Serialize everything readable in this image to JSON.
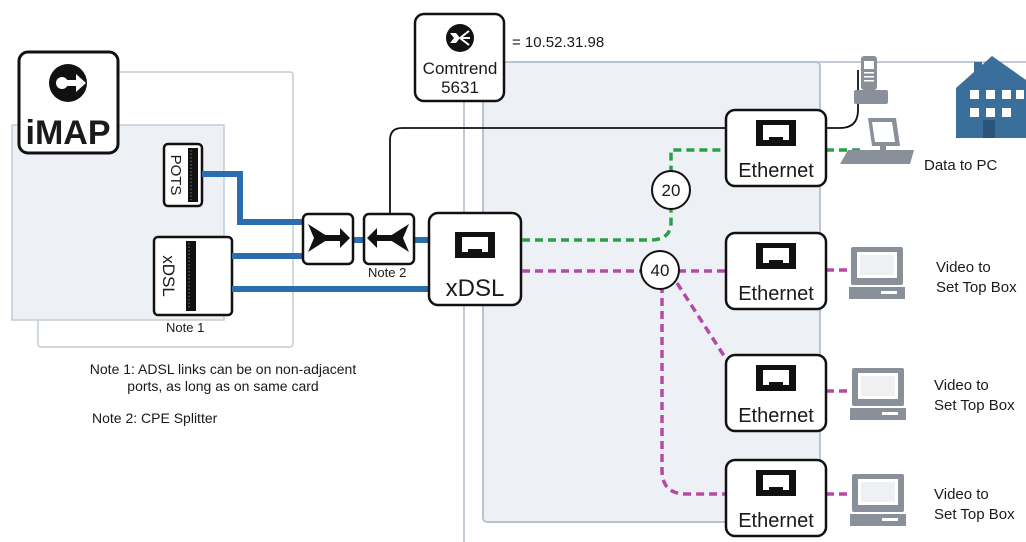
{
  "colors": {
    "cable_blue": "#2a6db0",
    "data_green": "#2aa046",
    "video_magenta": "#b54aa6",
    "panel_fill": "#edf1f6",
    "panel_stroke": "#b8c4d2",
    "device_icon": "#8a9099",
    "house": "#3a6e9b",
    "router_label": "#2f6fa8"
  },
  "imap": {
    "logo_text": "iMAP",
    "pots_label": "POTS",
    "xdsl_label": "xDSL",
    "note1_tag": "Note 1"
  },
  "splitter": {
    "note2_tag": "Note 2"
  },
  "router": {
    "name": "Comtrend",
    "model": "5631",
    "ip_label": "= 10.52.31.98"
  },
  "modem": {
    "label": "xDSL"
  },
  "vlans": {
    "data": "20",
    "video": "40"
  },
  "ports": [
    {
      "label": "Ethernet",
      "role": "data"
    },
    {
      "label": "Ethernet",
      "role": "video"
    },
    {
      "label": "Ethernet",
      "role": "video"
    },
    {
      "label": "Ethernet",
      "role": "video"
    }
  ],
  "endpoints": {
    "pc_label": "Data to PC",
    "stb_labels": [
      [
        "Video to",
        "Set Top Box"
      ],
      [
        "Video to",
        "Set Top Box"
      ],
      [
        "Video to",
        "Set Top Box"
      ]
    ]
  },
  "notes": {
    "note1_line1": "Note 1: ADSL links can be on non-adjacent",
    "note1_line2": "ports, as long as on same card",
    "note2": "Note 2: CPE Splitter"
  }
}
